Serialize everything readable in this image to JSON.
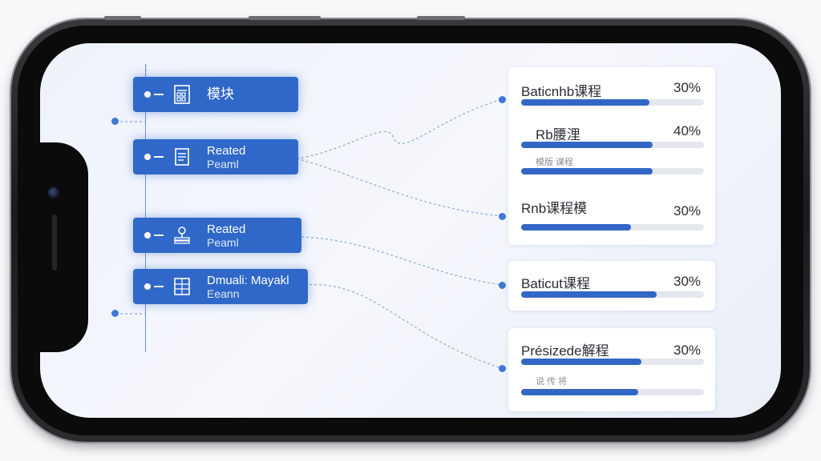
{
  "modules": [
    {
      "icon": "document-grid-icon",
      "label": "模块",
      "sub": ""
    },
    {
      "icon": "document-icon",
      "label": "Reated",
      "sub": "Peaml"
    },
    {
      "icon": "lamp-books-icon",
      "label": "Reated",
      "sub": "Peaml"
    },
    {
      "icon": "grid-icon",
      "label": "Dmuali: Mayakl",
      "sub": "Eeann"
    }
  ],
  "cards": [
    {
      "rows": [
        {
          "title": "Baticnhb课程",
          "percent": "30%",
          "progress": 0.7,
          "note": ""
        },
        {
          "title": "Rb腰浬",
          "percent": "40%",
          "progress": 0.72,
          "note": ""
        },
        {
          "title": "",
          "percent": "",
          "progress": 0.72,
          "note": "模版 课程"
        },
        {
          "title": "Rnb课程模",
          "percent": "30%",
          "progress": 0.6,
          "note": ""
        }
      ]
    },
    {
      "rows": [
        {
          "title": "Baticut课程",
          "percent": "30%",
          "progress": 0.74,
          "note": ""
        }
      ]
    },
    {
      "rows": [
        {
          "title": "Présizede解程",
          "percent": "30%",
          "progress": 0.66,
          "note": ""
        },
        {
          "title": "",
          "percent": "",
          "progress": 0.64,
          "note": "说 传 将"
        }
      ]
    }
  ],
  "colors": {
    "module_bg": "#2f68c8",
    "progress_fill": "#3267c6",
    "track": "#e4e7ee",
    "screen_bg": "#eef2fb"
  }
}
